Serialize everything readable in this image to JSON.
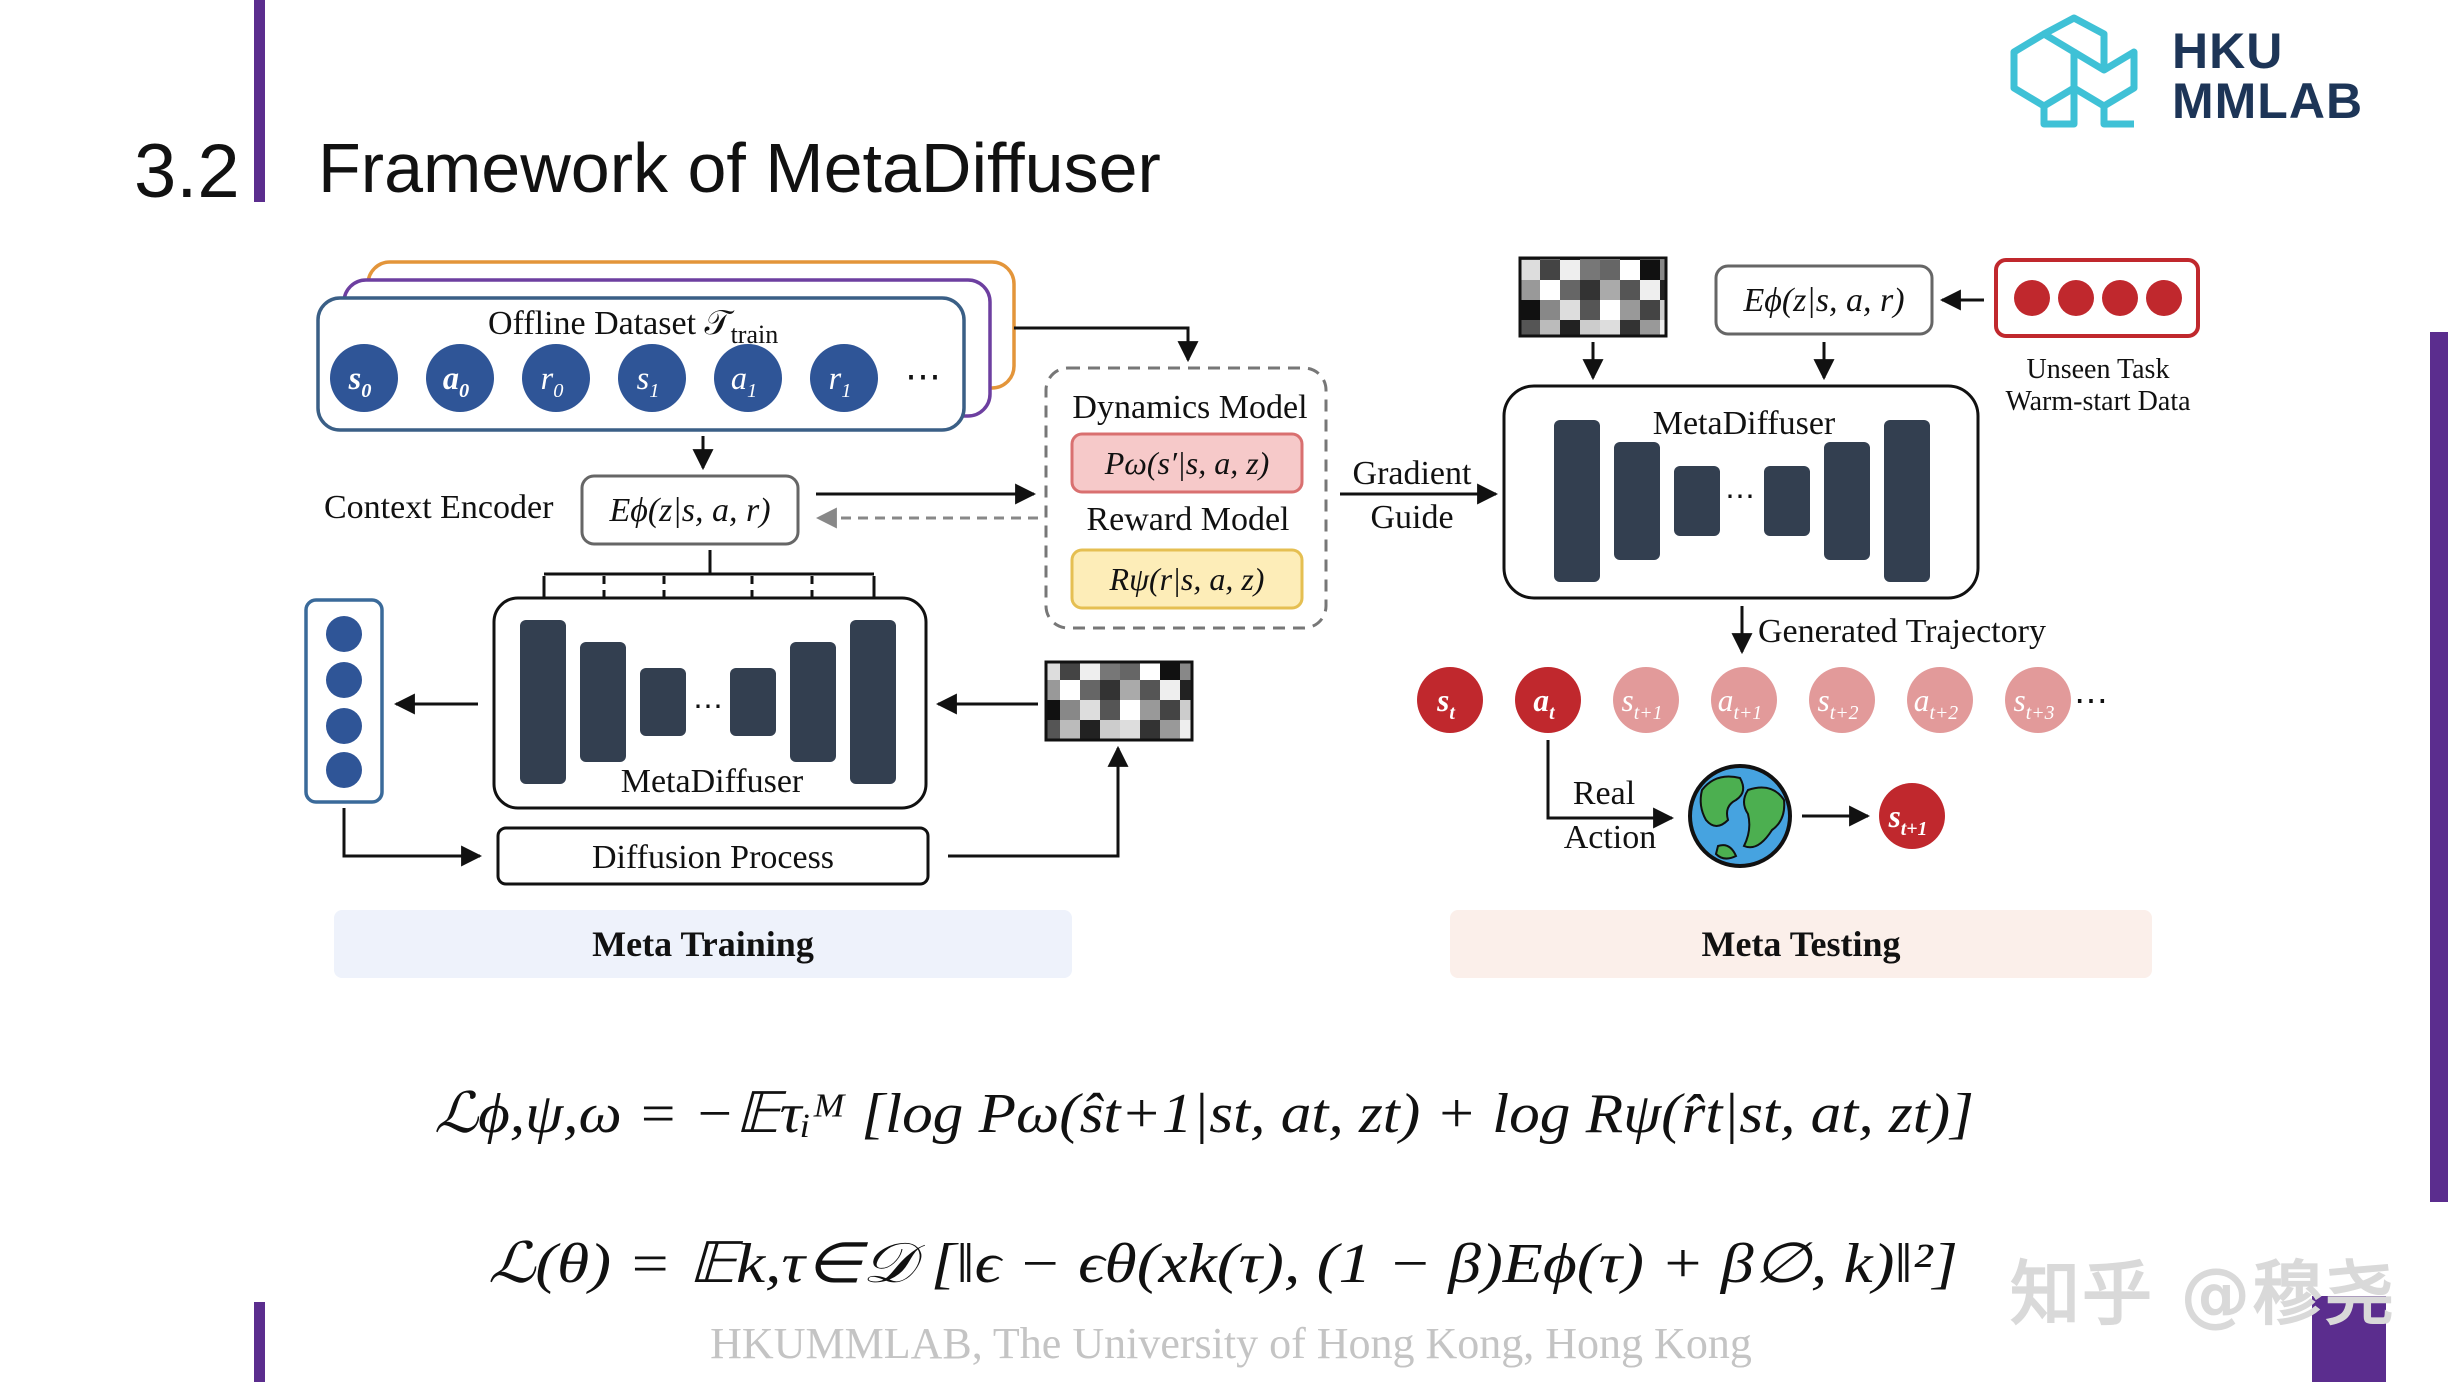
{
  "header": {
    "section_number": "3.2",
    "title": "Framework of MetaDiffuser",
    "logo_line1": "HKU",
    "logo_line2": "MMLAB"
  },
  "colors": {
    "accent_purple": "#5b2d8e",
    "node_blue": "#2f5597",
    "node_red": "#c0282d",
    "node_pink": "#e29a9a",
    "bar_dark": "#333f50",
    "dataset_orange": "#e3953a",
    "train_panel": "#eef2fb",
    "test_panel": "#fbefea"
  },
  "meta_training": {
    "dataset_title": "Offline Dataset 𝒯",
    "dataset_sub": "train",
    "tokens": [
      {
        "base": "s",
        "sub": "0"
      },
      {
        "base": "a",
        "sub": "0"
      },
      {
        "base": "r",
        "sub": "0"
      },
      {
        "base": "s",
        "sub": "1"
      },
      {
        "base": "a",
        "sub": "1"
      },
      {
        "base": "r",
        "sub": "1"
      }
    ],
    "ellipsis": "⋯",
    "context_encoder_label": "Context Encoder",
    "encoder_formula": "Eϕ(z|s, a, r)",
    "dynamics_label": "Dynamics Model",
    "dynamics_formula": "Pω(s′|s, a, z)",
    "reward_label": "Reward Model",
    "reward_formula": "Rψ(r|s, a, z)",
    "diffuser_label": "MetaDiffuser",
    "diffusion_process_label": "Diffusion Process",
    "panel_label": "Meta Training"
  },
  "meta_testing": {
    "encoder_formula": "Eϕ(z|s, a, r)",
    "unseen_line1": "Unseen Task",
    "unseen_line2": "Warm-start Data",
    "gradient_line1": "Gradient",
    "gradient_line2": "Guide",
    "diffuser_label": "MetaDiffuser",
    "generated_label": "Generated Trajectory",
    "trajectory": [
      {
        "base": "s",
        "sub": "t",
        "style": "red"
      },
      {
        "base": "a",
        "sub": "t",
        "style": "red"
      },
      {
        "base": "s",
        "sub": "t+1",
        "style": "pink"
      },
      {
        "base": "a",
        "sub": "t+1",
        "style": "pink"
      },
      {
        "base": "s",
        "sub": "t+2",
        "style": "pink"
      },
      {
        "base": "a",
        "sub": "t+2",
        "style": "pink"
      },
      {
        "base": "s",
        "sub": "t+3",
        "style": "pink"
      }
    ],
    "ellipsis": "⋯",
    "real_line1": "Real",
    "real_line2": "Action",
    "next_state": {
      "base": "s",
      "sub": "t+1"
    },
    "panel_label": "Meta Testing"
  },
  "equations": {
    "eq1": "ℒϕ,ψ,ω = −𝔼τᵢᴹ [log Pω(ŝt+1|st, at, zt) + log Rψ(r̂t|st, at, zt)]",
    "eq2": "ℒ(θ) = 𝔼k,τ∈𝒟 [‖ϵ − ϵθ(xk(τ), (1 − β)Eϕ(τ) + β∅, k)‖²]"
  },
  "footer": "HKUMMLAB, The University of Hong Kong, Hong Kong",
  "watermark": "知乎 @穆尧"
}
